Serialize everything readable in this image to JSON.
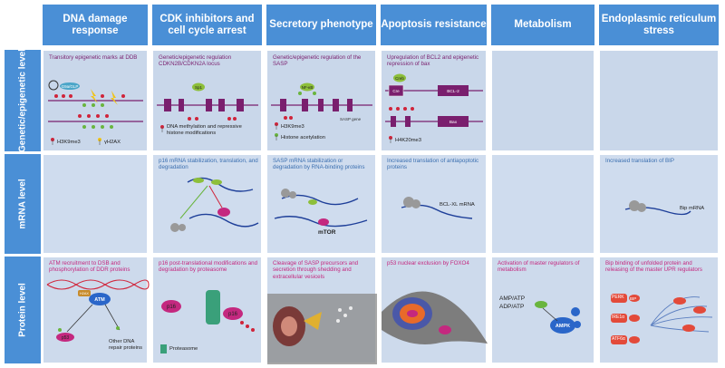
{
  "columns": [
    "DNA damage response",
    "CDK inhibitors and cell cycle arrest",
    "Secretory phenotype",
    "Apoptosis resistance",
    "Metabolism",
    "Endoplasmic reticulum stress"
  ],
  "rows": [
    "Genetic/epigenetic level",
    "mRNA level",
    "Protein level"
  ],
  "genetic": {
    "dna": {
      "title": "Transitory epigenetic marks at DDB",
      "legend1": "H3K9me3",
      "legend2": "γH2AX",
      "enzyme": "G9a/GLP"
    },
    "cdk": {
      "title": "Genetic/epigenetic regulation CDKN2B/CDKN2A locus",
      "factor": "Sp1",
      "legend": "DNA methylation and repressive histone modifications"
    },
    "sasp": {
      "title": "Genetic/epigenetic regulation of the SASP",
      "factor": "NF-κB",
      "gene": "SASP gene",
      "legend1": "H3K9me3",
      "legend2": "Histone acetylation"
    },
    "apop": {
      "title": "Upregulation of BCL2 and epigenetic repression of bax",
      "factor": "Creb",
      "cre": "Cre",
      "bcl": "BCL-2",
      "bax": "Bax",
      "legend": "H4K20me3"
    }
  },
  "mrna": {
    "cdk": "p16 mRNA stabilization, translation, and degradation",
    "sasp": "SASP mRNA stabilization or degradation by RNA-binding proteins",
    "sasp_label": "mTOR",
    "apop": "Increased translation of antiapoptotic proteins",
    "apop_label": "BCL-XL mRNA",
    "er": "Increased translation of BIP",
    "er_label": "Bip mRNA"
  },
  "protein": {
    "dna": "ATM recruitment to DSB and phosphorylation of DDR proteins",
    "dna_atm": "ATM",
    "dna_h2ax": "H2AX",
    "dna_p53": "p53",
    "dna_other": "Other DNA repair proteins",
    "cdk": "p16 post-translational modifications and degradation by proteasome",
    "cdk_p16a": "p16",
    "cdk_p16b": "p16",
    "cdk_proteasome": "Proteasome",
    "sasp": "Cleavage of SASP precursors and secretion through shedding and extracellular vesicels",
    "apop": "p53 nuclear exclusion by FOXO4",
    "meta": "Activation of master regulators of metabolism",
    "meta_r1": "AMP/ATP",
    "meta_r2": "ADP/ATP",
    "meta_ampk": "AMPK",
    "er": "Bip binding of unfolded protein and releasing of the master UPR regulators",
    "er_perk": "PERK",
    "er_ire": "IRE1α",
    "er_atf": "ATF6α",
    "er_bip": "BIP"
  },
  "colors": {
    "header": "#4a8fd6",
    "cell": "#c9d7ea",
    "purple": "#7a1f6e",
    "blue": "#3b6fb0",
    "pink": "#c4287f",
    "green": "#69b53e",
    "red": "#d0243a"
  }
}
